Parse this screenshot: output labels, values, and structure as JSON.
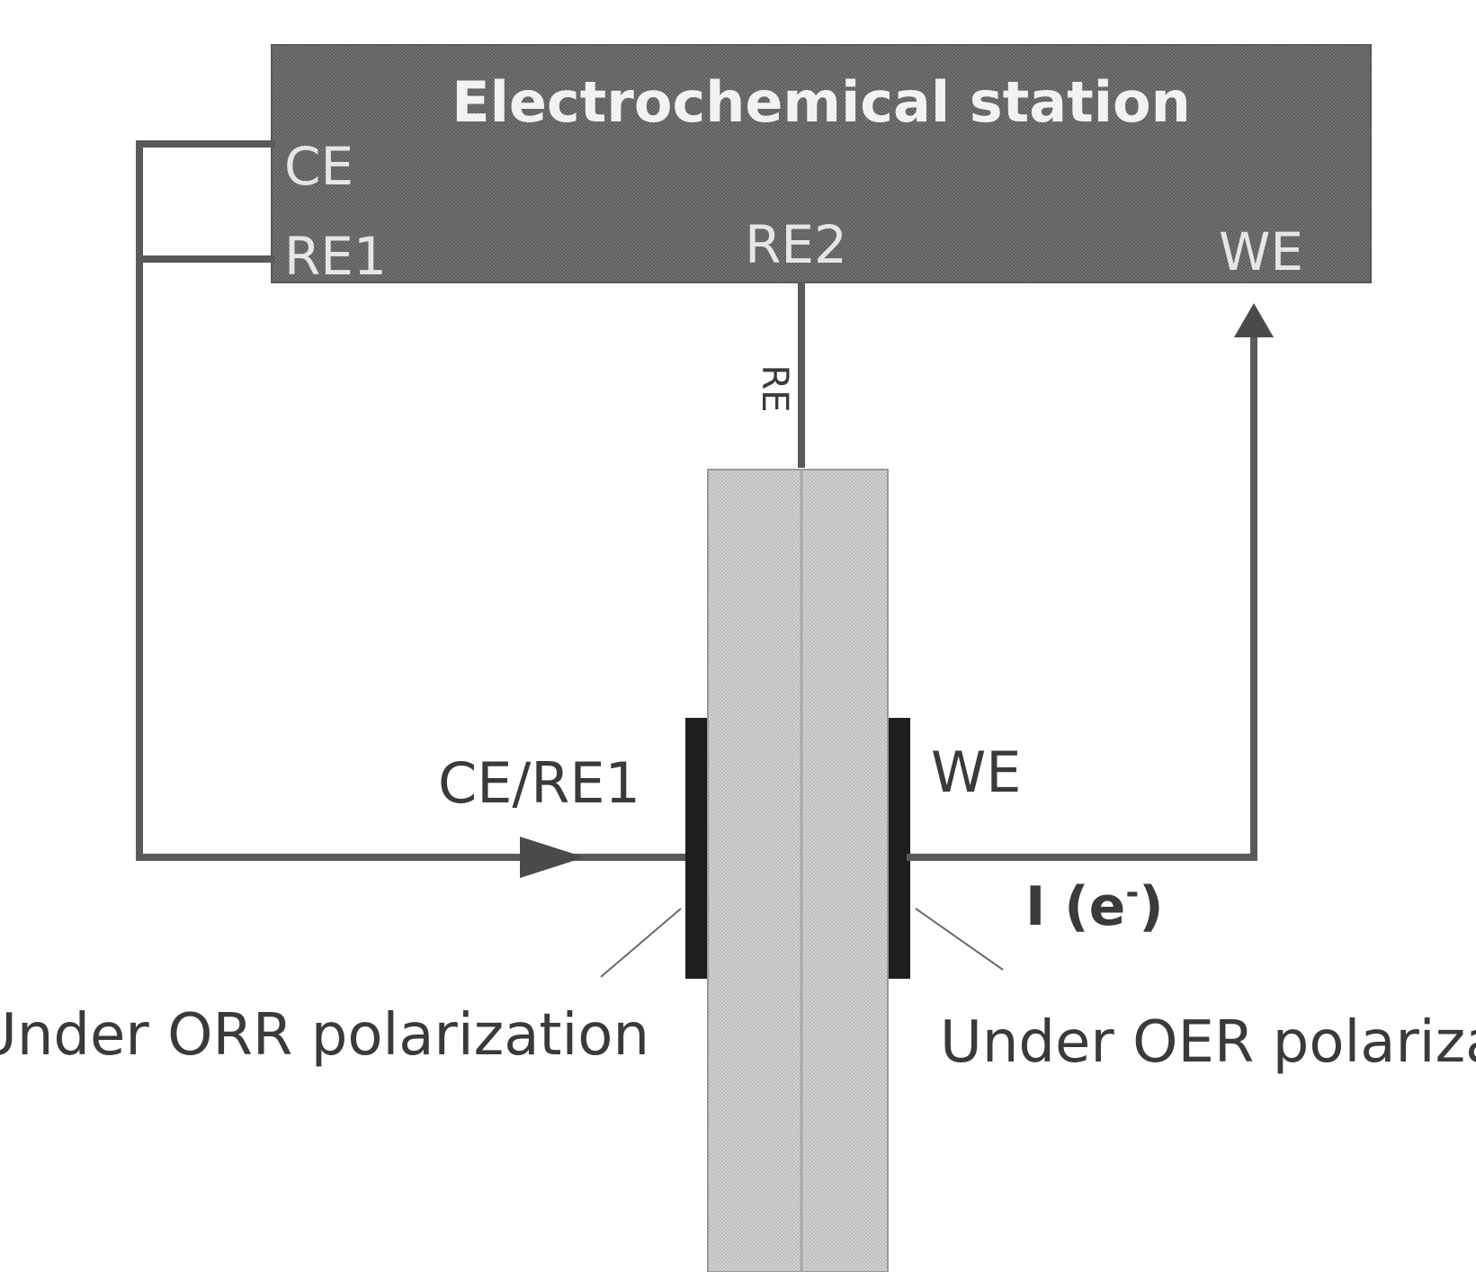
{
  "station": {
    "title": "Electrochemical station",
    "terminals": {
      "ce": "CE",
      "re1": "RE1",
      "re2": "RE2",
      "we": "WE"
    }
  },
  "cell": {
    "re_lead_label": "RE",
    "left_electrode_label": "CE/RE1",
    "right_electrode_label": "WE",
    "current_label": "I (e",
    "current_sup": "-",
    "current_close": ")",
    "left_annotation": "Under ORR polarization",
    "right_annotation": "Under OER polarization"
  },
  "colors": {
    "station_fill": "#6b6b6b",
    "wire": "#5a5a5a",
    "membrane_fill": "#c8c8c8",
    "electrode": "#1e1e1e",
    "text": "#3a3a3a"
  }
}
